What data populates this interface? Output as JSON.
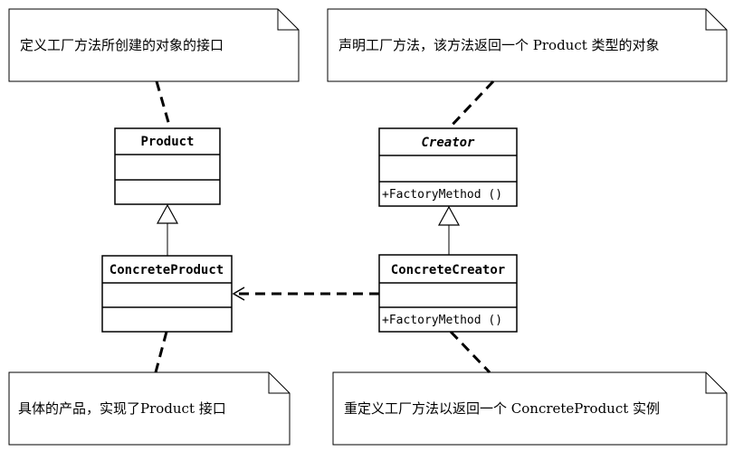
{
  "notes": {
    "product_note": "定义工厂方法所创建的对象的接口",
    "creator_note": "声明工厂方法，该方法返回一个 Product 类型的对象",
    "concrete_product_note": "具体的产品，实现了Product 接口",
    "concrete_creator_note": "重定义工厂方法以返回一个 ConcreteProduct 实例"
  },
  "classes": {
    "product": {
      "name": "Product"
    },
    "creator": {
      "name": "Creator",
      "operation": "+FactoryMethod ()"
    },
    "concrete_product": {
      "name": "ConcreteProduct"
    },
    "concrete_creator": {
      "name": "ConcreteCreator",
      "operation": "+FactoryMethod ()"
    }
  }
}
